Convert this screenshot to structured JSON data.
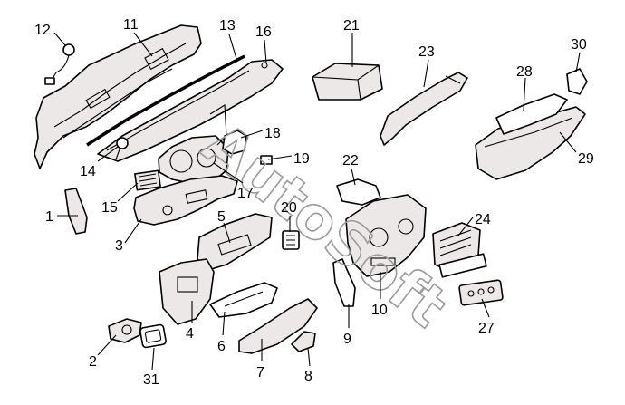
{
  "callouts": [
    "1",
    "2",
    "3",
    "4",
    "5",
    "6",
    "7",
    "8",
    "9",
    "10",
    "11",
    "12",
    "13",
    "14",
    "15",
    "16",
    "17",
    "18",
    "19",
    "20",
    "21",
    "22",
    "23",
    "24",
    "27",
    "28",
    "29",
    "30",
    "31"
  ],
  "watermark": "AutoSoft"
}
